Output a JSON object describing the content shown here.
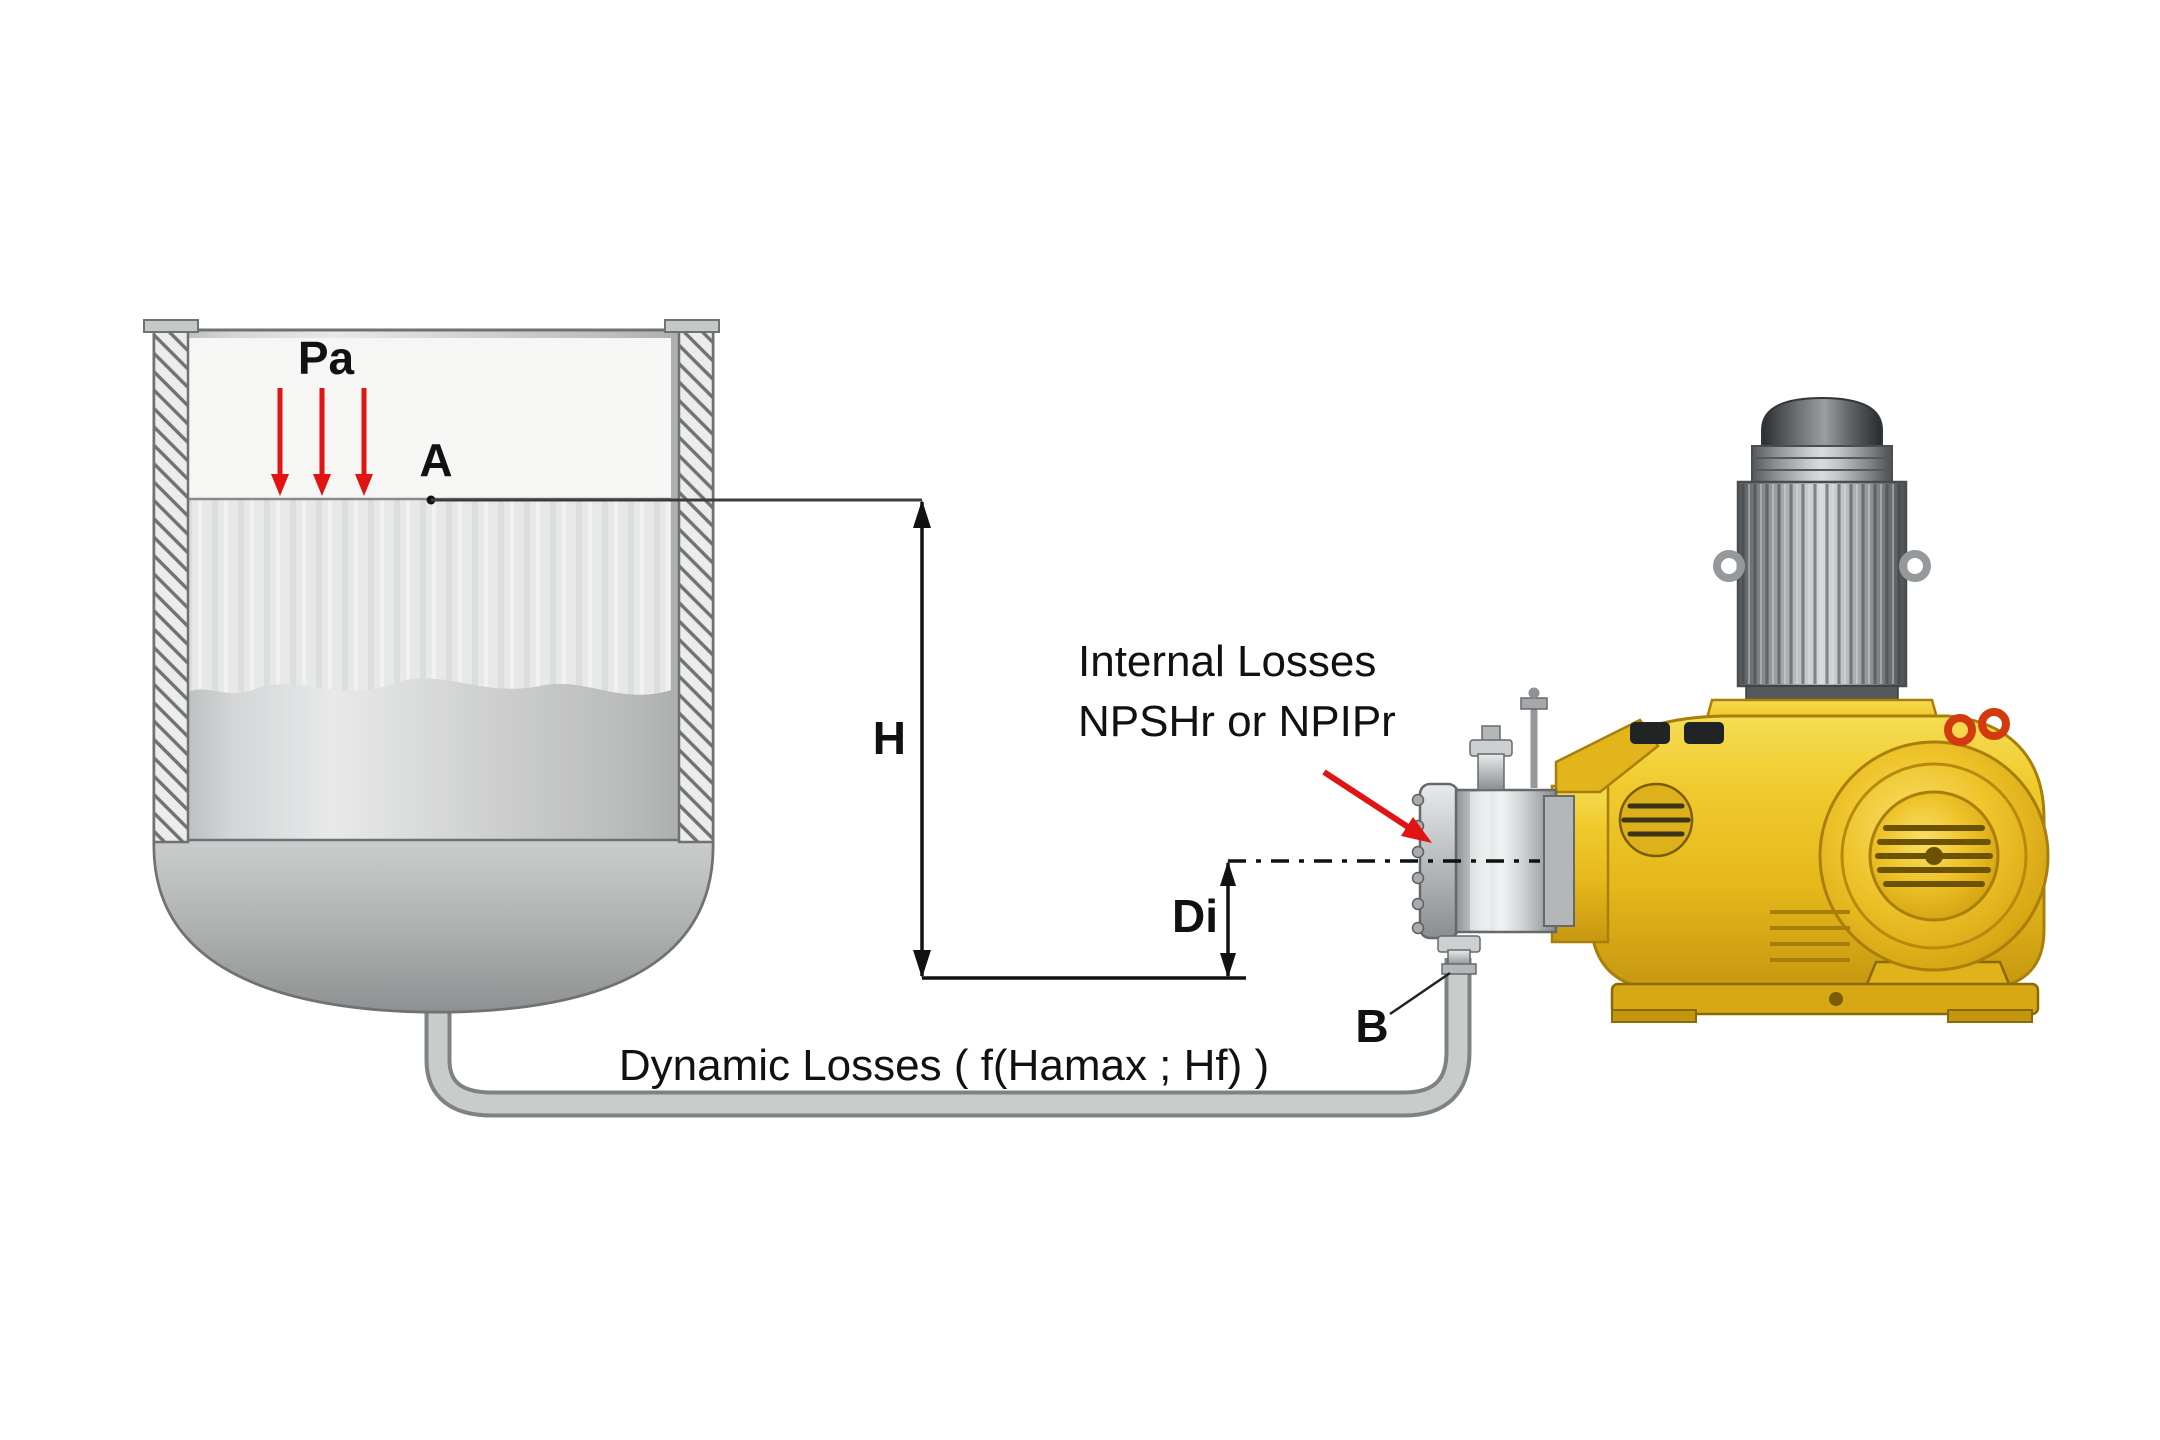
{
  "diagram": {
    "kind": "pump-suction-npsh-schematic",
    "labels": {
      "pa": "Pa",
      "point_a": "A",
      "height_h": "H",
      "internal_losses_line1": "Internal Losses",
      "internal_losses_line2": "NPSHr or NPIPr",
      "di": "Di",
      "point_b": "B",
      "dynamic_losses": "Dynamic Losses ( f(Hamax ; Hf) )"
    },
    "colors": {
      "annotation_red": "#e21313",
      "text_black": "#111111",
      "tank_gray": "#c7c8c8",
      "pipe_gray": "#c9cccb",
      "pump_yellow": "#eec32a",
      "motor_gray": "#8f9396",
      "steel_gray": "#d9dcdd",
      "background": "#ffffff"
    }
  }
}
